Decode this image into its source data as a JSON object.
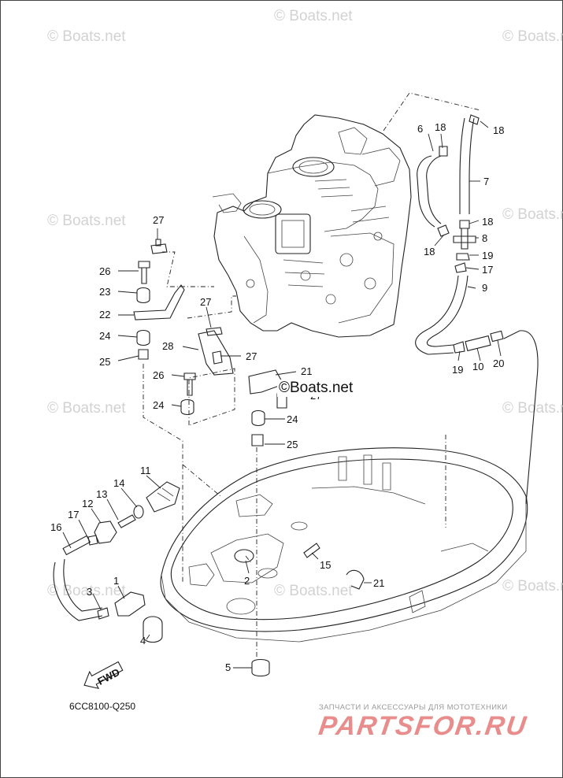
{
  "diagram": {
    "part_code": "6CC8100-Q250",
    "fwd_label": "FWD",
    "watermark_text": "© Boats.net",
    "center_watermark": "©Boats.net",
    "brand": {
      "tagline": "ЗАПЧАСТИ И АКСЕССУАРЫ ДЛЯ МОТОТЕХНИКИ",
      "name": "PARTSFOR.RU",
      "color": "#e88c8c"
    },
    "callouts": [
      "1",
      "2",
      "3",
      "4",
      "5",
      "6",
      "7",
      "8",
      "9",
      "10",
      "11",
      "12",
      "13",
      "14",
      "15",
      "16",
      "17",
      "17",
      "18",
      "18",
      "18",
      "18",
      "19",
      "19",
      "20",
      "21",
      "22",
      "23",
      "24",
      "24",
      "24",
      "24",
      "25",
      "25",
      "26",
      "26",
      "27",
      "27",
      "27",
      "27",
      "28"
    ]
  }
}
